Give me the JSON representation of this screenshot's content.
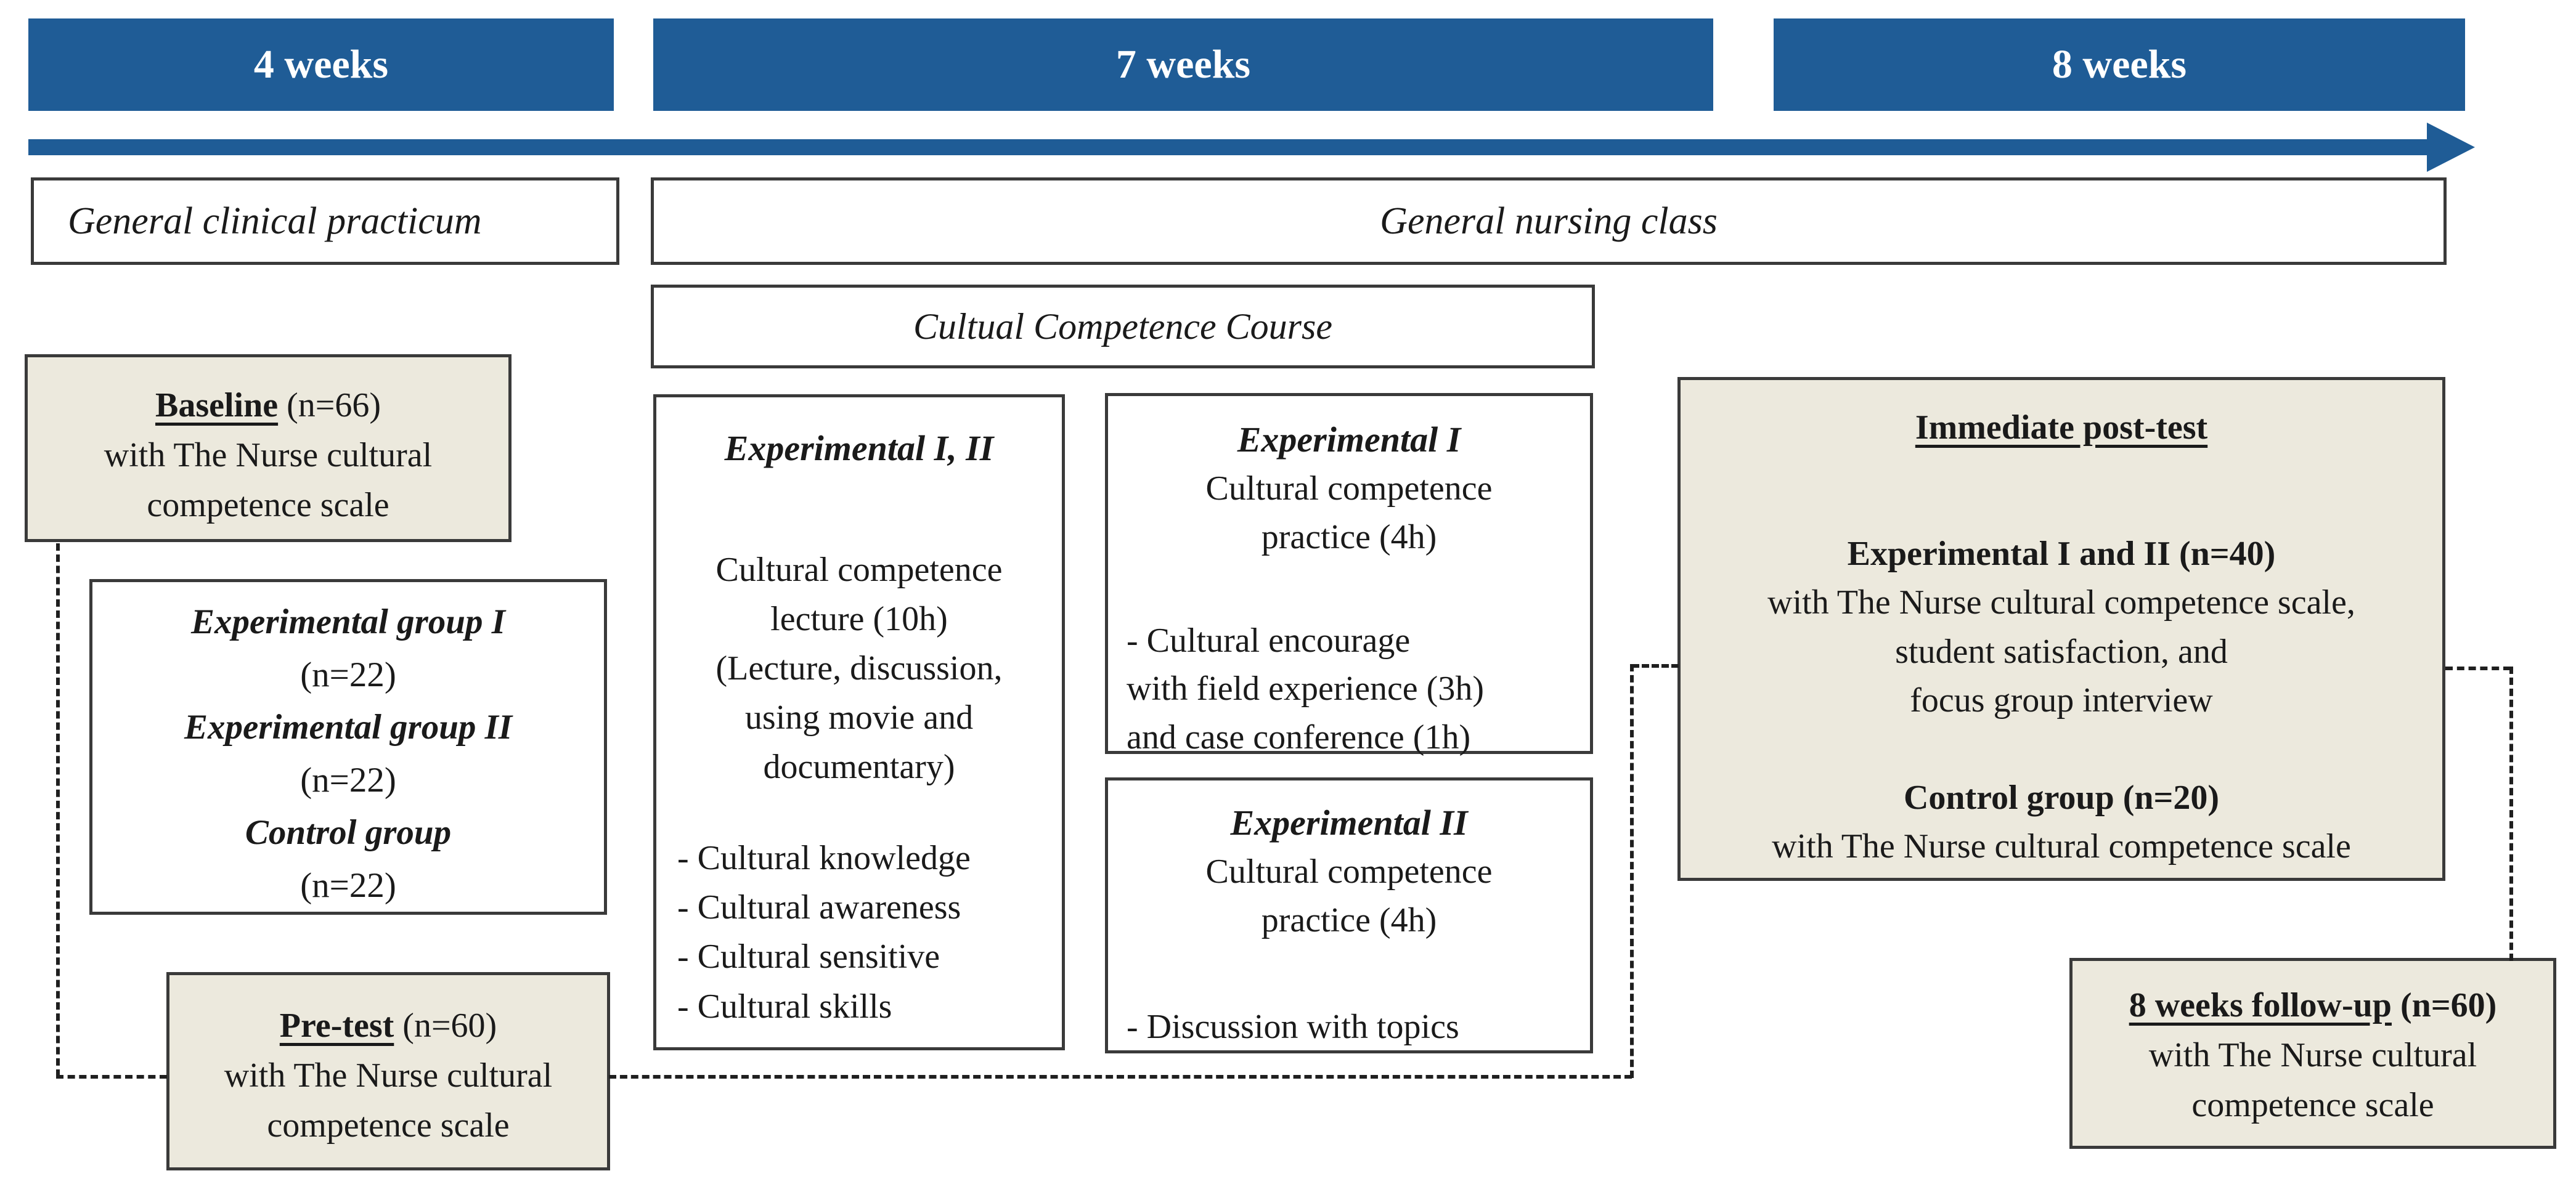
{
  "palette": {
    "bar_blue": "#1F5C96",
    "box_beige": "#ECE9DD",
    "border_dark": "#3a3a3a",
    "dash_black": "#1f1f1f"
  },
  "timeline": {
    "bars": [
      {
        "label": "4 weeks"
      },
      {
        "label": "7 weeks"
      },
      {
        "label": "8 weeks"
      }
    ]
  },
  "rows": {
    "practicum": "General clinical practicum",
    "nursing_class": "General nursing class",
    "course": "Cultual Competence Course"
  },
  "baseline": {
    "title_bold": "Baseline",
    "title_rest": " (n=66)",
    "line2": "with The Nurse cultural",
    "line3": "competence scale"
  },
  "groups": {
    "g1": "Experimental group I",
    "g1n": "(n=22)",
    "g2": "Experimental group II",
    "g2n": "(n=22)",
    "g3": "Control group",
    "g3n": "(n=22)"
  },
  "pretest": {
    "title_bold": "Pre-test",
    "title_rest": " (n=60)",
    "line2": "with The Nurse cultural",
    "line3": "competence scale"
  },
  "lecture": {
    "title": "Experimental I, II",
    "l1": "Cultural competence",
    "l2": "lecture (10h)",
    "l3": "(Lecture, discussion,",
    "l4": "using movie and",
    "l5": "documentary)",
    "items": [
      "- Cultural knowledge",
      "- Cultural awareness",
      "- Cultural sensitive",
      "- Cultural skills"
    ]
  },
  "exp1": {
    "title": "Experimental I",
    "l1": "Cultural competence",
    "l2": "practice (4h)",
    "items": [
      "- Cultural encourage",
      "with field experience (3h)",
      "and case conference (1h)"
    ]
  },
  "exp2": {
    "title": "Experimental II",
    "l1": "Cultural competence",
    "l2": "practice (4h)",
    "items": [
      "- Discussion with topics"
    ]
  },
  "posttest": {
    "title": "Immediate post-test",
    "g1_title": "Experimental I and II (n=40)",
    "g1_l1": "with The Nurse cultural competence scale,",
    "g1_l2": "student satisfaction, and",
    "g1_l3": "focus group interview",
    "g2_title": "Control group (n=20)",
    "g2_l1": "with The Nurse cultural competence scale"
  },
  "followup": {
    "title_bold": "8 weeks follow-up",
    "title_rest": " (n=60)",
    "line2": "with The Nurse cultural",
    "line3": "competence scale"
  }
}
